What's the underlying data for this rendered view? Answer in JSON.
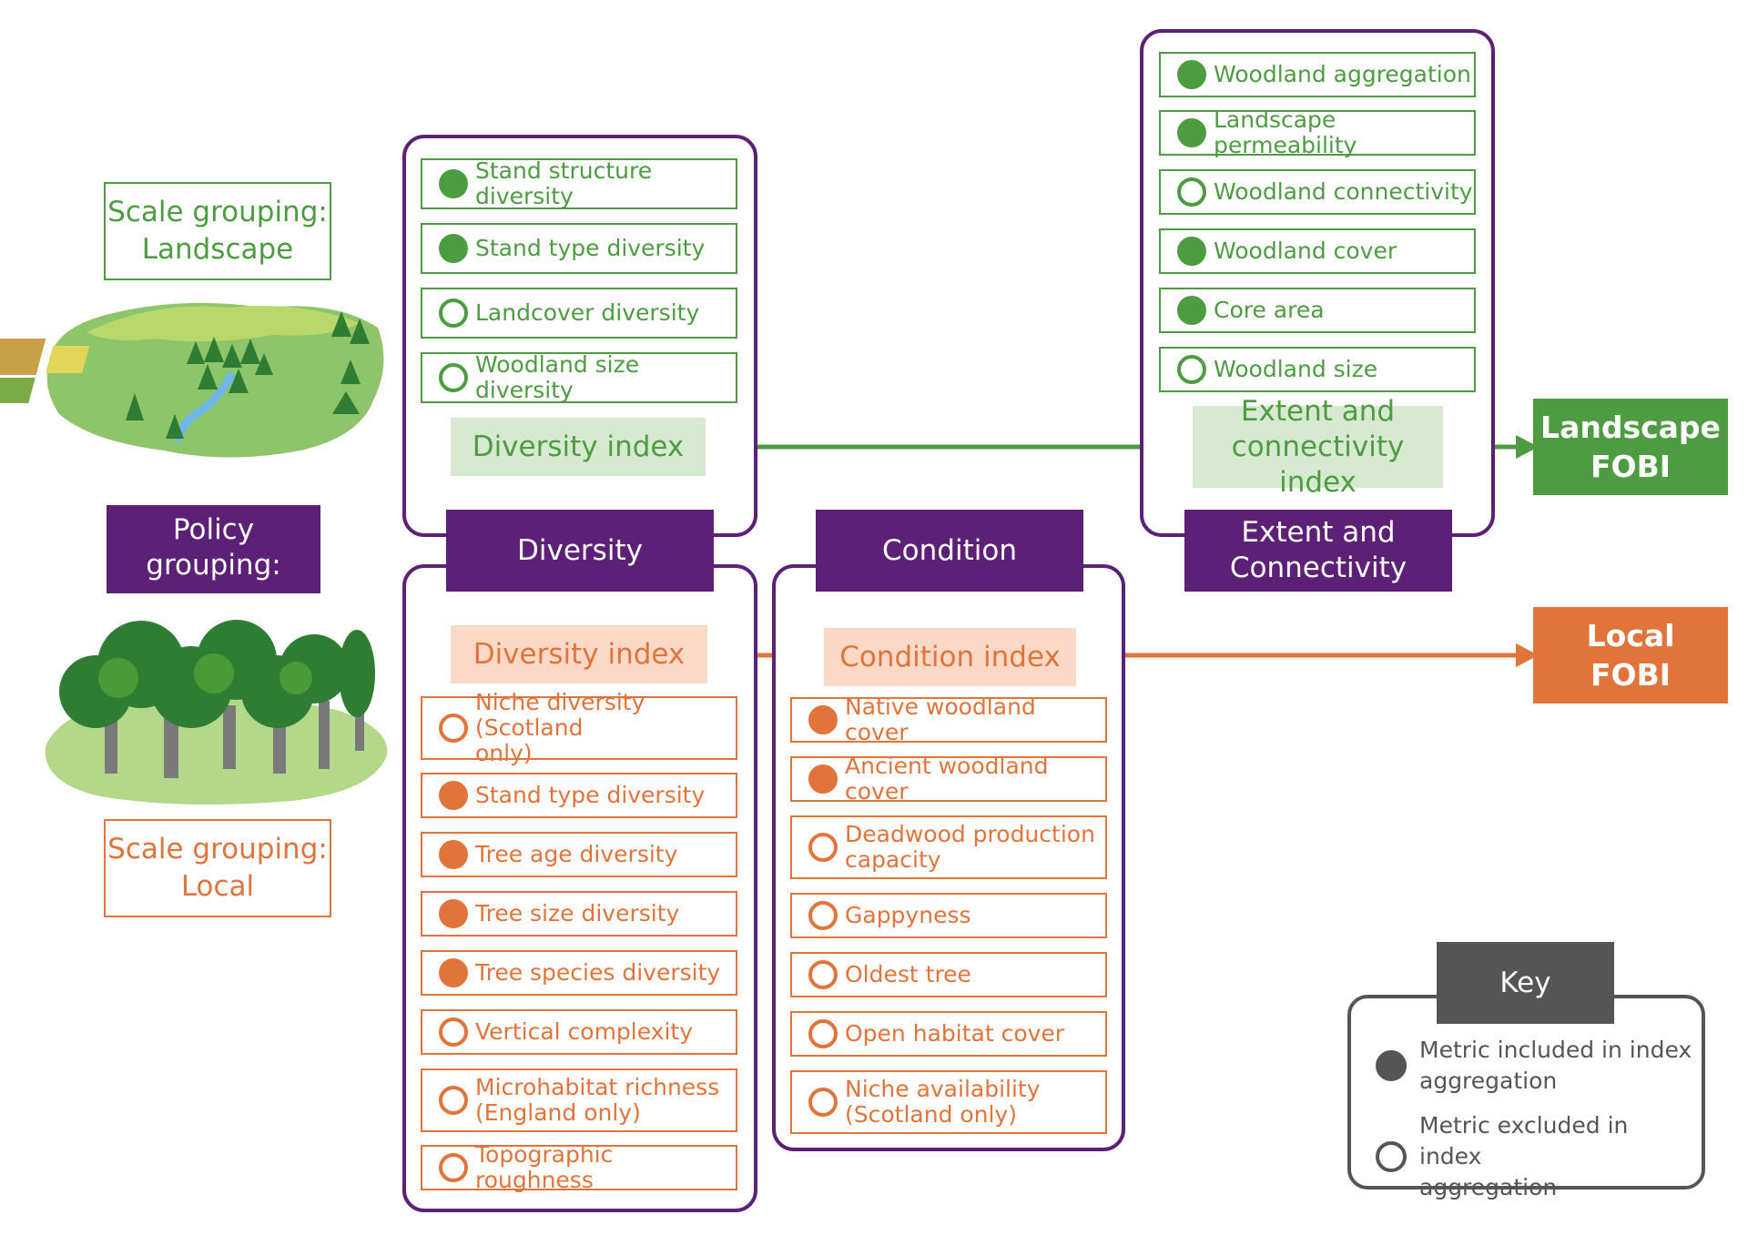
{
  "scale_landscape": {
    "title": "Scale grouping:",
    "subtitle": "Landscape"
  },
  "scale_local": {
    "title": "Scale grouping:",
    "subtitle": "Local"
  },
  "policy": {
    "line1": "Policy",
    "line2": "grouping:"
  },
  "groups": {
    "diversity": "Diversity",
    "condition": "Condition",
    "extent": {
      "line1": "Extent and",
      "line2": "Connectivity"
    }
  },
  "landscape_diversity": {
    "metrics": [
      {
        "label": "Stand structure diversity",
        "included": true
      },
      {
        "label": "Stand type diversity",
        "included": true
      },
      {
        "label": "Landcover diversity",
        "included": false
      },
      {
        "label": "Woodland size diversity",
        "included": false
      }
    ],
    "index": "Diversity index"
  },
  "landscape_extent": {
    "metrics": [
      {
        "label": "Woodland aggregation",
        "included": true
      },
      {
        "label": "Landscape permeability",
        "included": true
      },
      {
        "label": "Woodland connectivity",
        "included": false
      },
      {
        "label": "Woodland cover",
        "included": true
      },
      {
        "label": "Core area",
        "included": true
      },
      {
        "label": "Woodland size",
        "included": false
      }
    ],
    "index": {
      "line1": "Extent and",
      "line2": "connectivity index"
    }
  },
  "local_diversity": {
    "index": "Diversity index",
    "metrics": [
      {
        "line1": "Niche diversity (Scotland",
        "line2": "only)",
        "included": false
      },
      {
        "line1": "Stand type diversity",
        "included": true
      },
      {
        "line1": "Tree age diversity",
        "included": true
      },
      {
        "line1": "Tree size diversity",
        "included": true
      },
      {
        "line1": "Tree species diversity",
        "included": true
      },
      {
        "line1": "Vertical complexity",
        "included": false
      },
      {
        "line1": "Microhabitat richness",
        "line2": "(England only)",
        "included": false
      },
      {
        "line1": "Topographic roughness",
        "included": false
      }
    ]
  },
  "local_condition": {
    "index": "Condition index",
    "metrics": [
      {
        "line1": "Native woodland cover",
        "included": true
      },
      {
        "line1": "Ancient woodland cover",
        "included": true
      },
      {
        "line1": "Deadwood production",
        "line2": "capacity",
        "included": false
      },
      {
        "line1": "Gappyness",
        "included": false
      },
      {
        "line1": "Oldest tree",
        "included": false
      },
      {
        "line1": "Open habitat cover",
        "included": false
      },
      {
        "line1": "Niche availability",
        "line2": "(Scotland only)",
        "included": false
      }
    ]
  },
  "outputs": {
    "landscape": {
      "line1": "Landscape",
      "line2": "FOBI"
    },
    "local": {
      "line1": "Local",
      "line2": "FOBI"
    }
  },
  "key": {
    "title": "Key",
    "included": {
      "line1": "Metric included in index",
      "line2": "aggregation"
    },
    "excluded": {
      "line1": "Metric excluded in index",
      "line2": "aggregation"
    }
  },
  "colors": {
    "landscape_green": "#4d9c41",
    "local_orange": "#e0743a",
    "policy_purple": "#5c2077",
    "key_grey": "#555555"
  }
}
